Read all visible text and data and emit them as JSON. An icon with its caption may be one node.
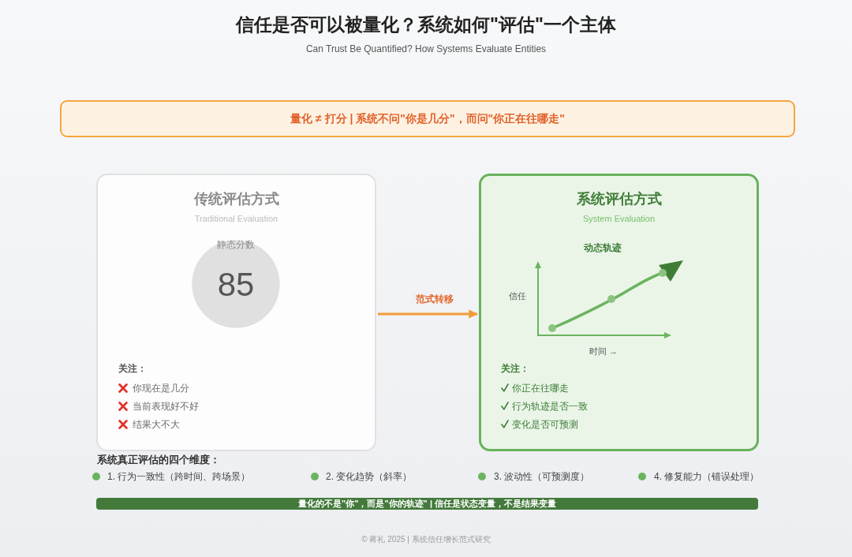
{
  "diagram": {
    "title": "信任是否可以被量化？系统如何\"评估\"一个主体",
    "nodes": [
      {
        "text": [
          "量化 ≠ 打分 | 系统不问\"你是几分\"，而问\"你正在往哪走\""
        ]
      },
      {
        "text": [
          "传统评估方式",
          "Traditional Evaluation",
          "关注：",
          "你现在是几分",
          "当前表现好不好",
          "结果大不大"
        ]
      },
      {
        "text": [
          "静态分数",
          "85"
        ],
        "in": 1
      },
      {
        "text": [
          "系统评估方式",
          "System Evaluation",
          "关注：",
          "你正在往哪走",
          "行为轨迹是否一致",
          "变化是否可预测"
        ]
      },
      {
        "text": [
          "量化的不是\"你\"，而是\"你的轨迹\" | 信任是状态变量，不是结果变量"
        ]
      }
    ],
    "edges": [
      {
        "from": 1,
        "to": 3,
        "arrow": "to",
        "label": "范式转移",
        "color": "#f29b38"
      }
    ],
    "labels": [
      "Can Trust Be Quantified? How Systems Evaluate Entities",
      "动态轨迹",
      "信任",
      "时间 →",
      "系统真正评估的四个维度：",
      "1. 行为一致性（跨时间、跨场景）",
      "2. 变化趋势（斜率）",
      "3. 波动性（可预测度）",
      "4. 修复能力（错误处理）",
      "© 蒋礼 2025 | 系统信任增长范式研究"
    ]
  }
}
